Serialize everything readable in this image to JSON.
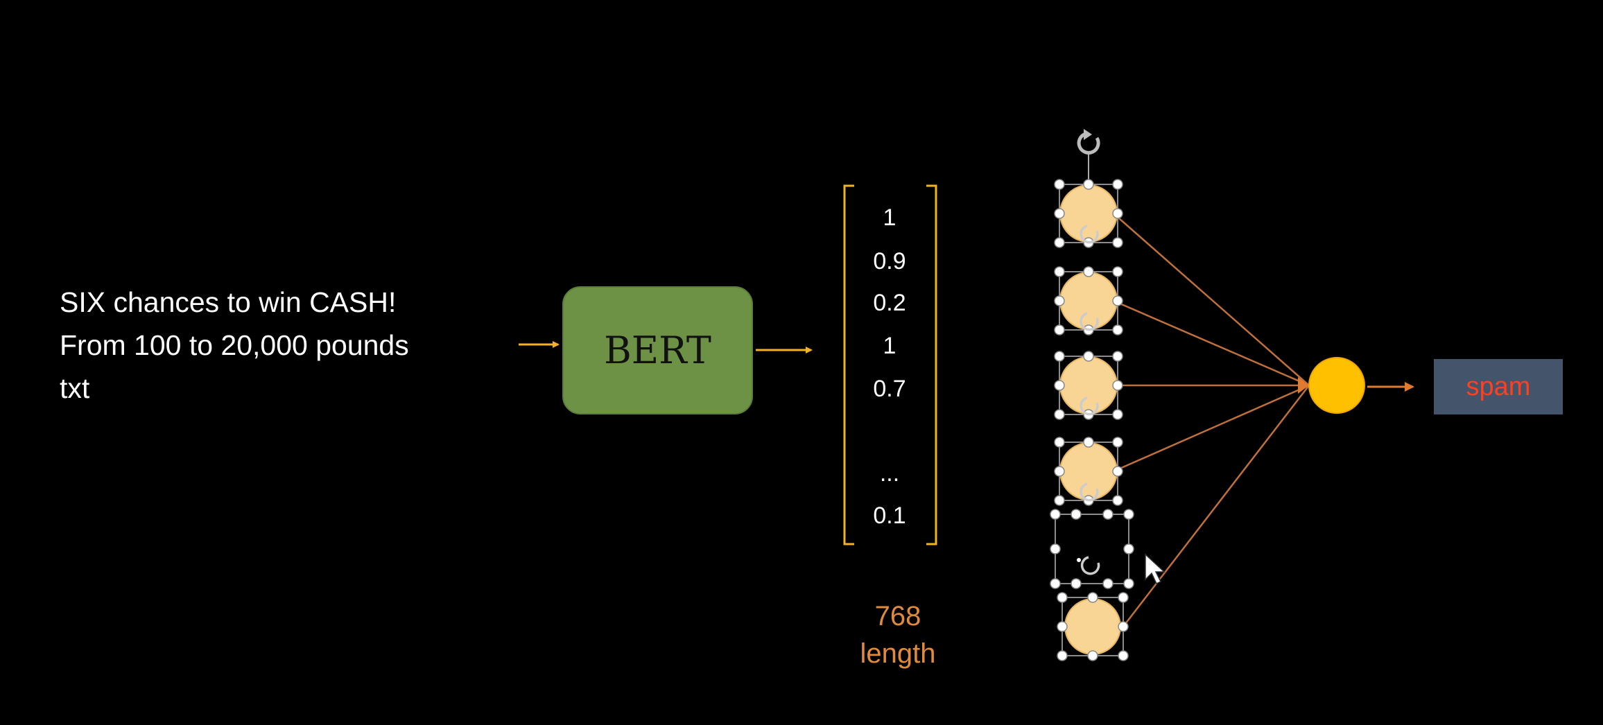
{
  "input": {
    "lines": [
      "SIX chances to win CASH!",
      "From 100 to 20,000 pounds",
      "txt"
    ]
  },
  "model": {
    "label": "BERT"
  },
  "vector": {
    "values": [
      "1",
      "0.9",
      "0.2",
      "1",
      "0.7",
      "...",
      "0.1"
    ],
    "length_number": "768",
    "length_word": "length"
  },
  "output": {
    "label": "spam"
  },
  "colors": {
    "background": "#000000",
    "bert_fill": "#6d9245",
    "arrow_yellow": "#f0b323",
    "bracket": "#f0b323",
    "neuron_fill": "#f9d595",
    "output_neuron": "#ffc000",
    "edge": "#c0703a",
    "length_label": "#e08a3c",
    "output_box": "#44546a",
    "output_text": "#ff4020"
  },
  "icons": [
    "rotate-handle-icon",
    "mouse-cursor-icon"
  ]
}
